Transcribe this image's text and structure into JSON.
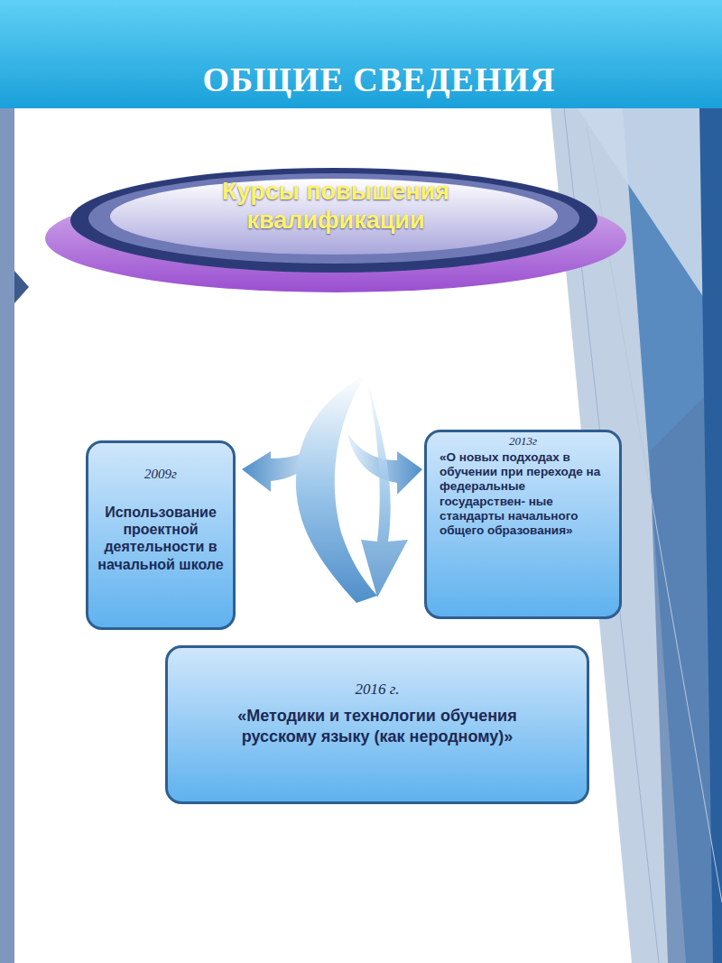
{
  "diagram": {
    "title": "ОБЩИЕ СВЕДЕНИЯ",
    "nodes": [
      {
        "text": [
          "Курсы повышения квалификации"
        ]
      },
      {
        "text": [
          "2009г",
          "Использование проектной деятельности в начальной школе"
        ]
      },
      {
        "text": [
          "2013г",
          "«О новых подходах в обучении при переходе на федеральные государствен- ные стандарты начального общего образования»"
        ]
      },
      {
        "text": [
          "2016 г.",
          "«Методики и технологии обучения русскому языку (как неродному)»"
        ]
      }
    ]
  }
}
